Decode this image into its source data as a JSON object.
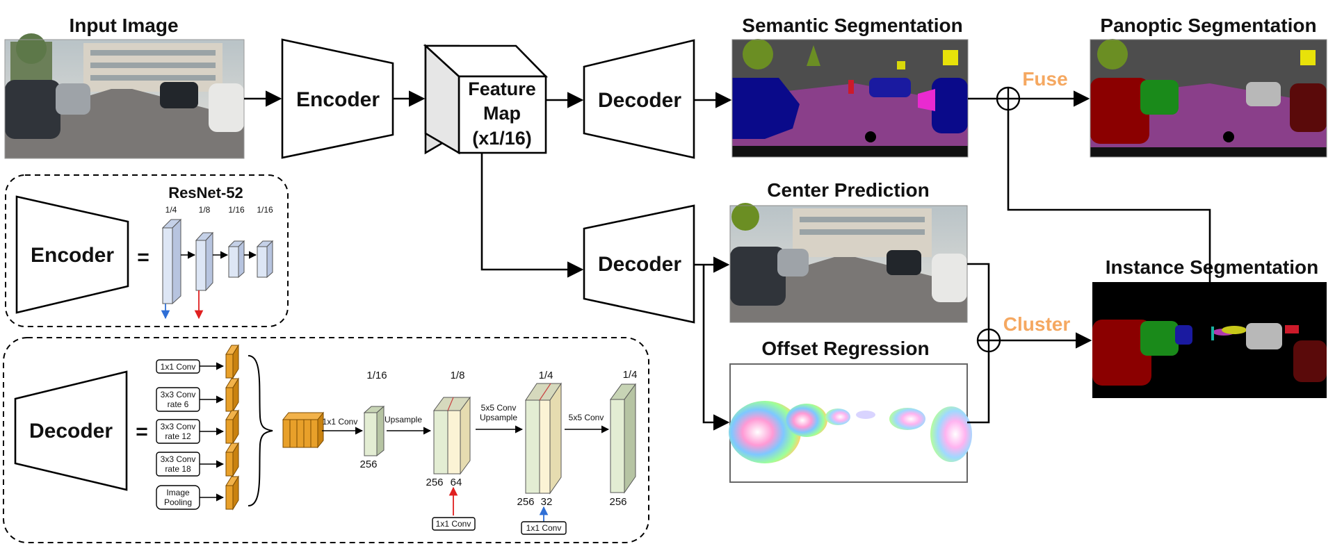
{
  "titles": {
    "input_image": "Input Image",
    "semantic_segmentation": "Semantic Segmentation",
    "panoptic_segmentation": "Panoptic Segmentation",
    "center_prediction": "Center Prediction",
    "offset_regression": "Offset Regression",
    "instance_segmentation": "Instance Segmentation"
  },
  "blocks": {
    "encoder": "Encoder",
    "decoder": "Decoder",
    "feature_map_line1": "Feature",
    "feature_map_line2": "Map",
    "feature_map_line3": "(x1/16)"
  },
  "ops": {
    "fuse": "Fuse",
    "cluster": "Cluster"
  },
  "encoder_detail": {
    "encoder_label": "Encoder",
    "equals": "=",
    "backbone": "ResNet-52",
    "scales": [
      "1/4",
      "1/8",
      "1/16",
      "1/16"
    ]
  },
  "decoder_detail": {
    "decoder_label": "Decoder",
    "equals": "=",
    "aspp": [
      [
        "1x1 Conv"
      ],
      [
        "3x3 Conv",
        "rate 6"
      ],
      [
        "3x3 Conv",
        "rate 12"
      ],
      [
        "3x3 Conv",
        "rate 18"
      ],
      [
        "Image",
        "Pooling"
      ]
    ],
    "conv1x1_label": "1x1 Conv",
    "upsample_label": "Upsample",
    "conv5x5_upsample_line1": "5x5 Conv",
    "conv5x5_upsample_line2": "Upsample",
    "conv5x5_label": "5x5 Conv",
    "scales": [
      "1/16",
      "1/8",
      "1/4",
      "1/4"
    ],
    "ch_256_a": "256",
    "ch_256_b": "256",
    "ch_64": "64",
    "ch_256_c": "256",
    "ch_32": "32",
    "ch_256_d": "256",
    "skip_conv_1": "1x1 Conv",
    "skip_conv_2": "1x1 Conv"
  },
  "colors": {
    "accent_orange": "#f5a861",
    "feature_orange": "#e8a02a",
    "skip_red": "#e02020",
    "skip_blue": "#2f6fd6",
    "layer_green": "#e3edd3",
    "layer_cream": "#fbf3d5",
    "resnet_blue": "#dde6f5"
  }
}
